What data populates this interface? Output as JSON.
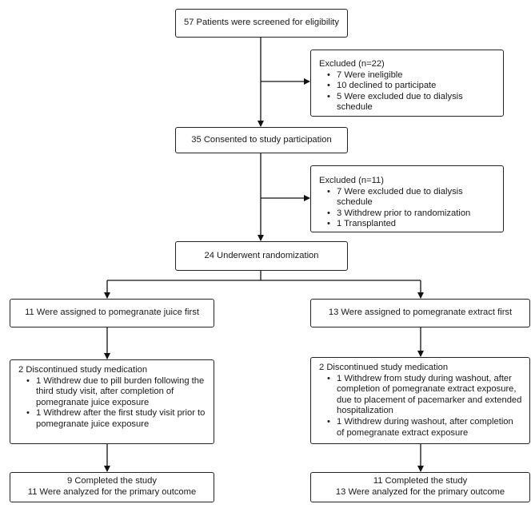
{
  "screened": "57 Patients were screened for eligibility",
  "excluded1": {
    "title": "Excluded (n=22)",
    "items": [
      "7 Were ineligible",
      "10 declined to participate",
      "5 Were excluded due to dialysis schedule"
    ]
  },
  "consented": "35 Consented to study participation",
  "excluded2": {
    "title": "Excluded (n=11)",
    "items": [
      "7 Were excluded due to dialysis schedule",
      "3 Withdrew prior to randomization",
      "1 Transplanted"
    ]
  },
  "randomized": "24 Underwent randomization",
  "left_arm": {
    "assigned": "11 Were assigned to pomegranate juice first",
    "discontinued_title": "2 Discontinued study medication",
    "discontinued_items": [
      "1 Withdrew due to pill burden following the third study visit, after completion of pomegranate juice exposure",
      "1 Withdrew after the first study visit prior to pomegranate juice exposure"
    ],
    "completed": "9 Completed the study",
    "analyzed": "11 Were analyzed for the primary outcome"
  },
  "right_arm": {
    "assigned": "13 Were assigned to pomegranate extract first",
    "discontinued_title": "2 Discontinued study medication",
    "discontinued_items": [
      "1 Withdrew from study during washout, after completion of pomegranate extract exposure, due to placement of pacemarker and extended hospitalization",
      "1 Withdrew during washout, after completion of pomegranate extract exposure"
    ],
    "completed": "11 Completed the study",
    "analyzed": "13 Were analyzed for the primary outcome"
  }
}
